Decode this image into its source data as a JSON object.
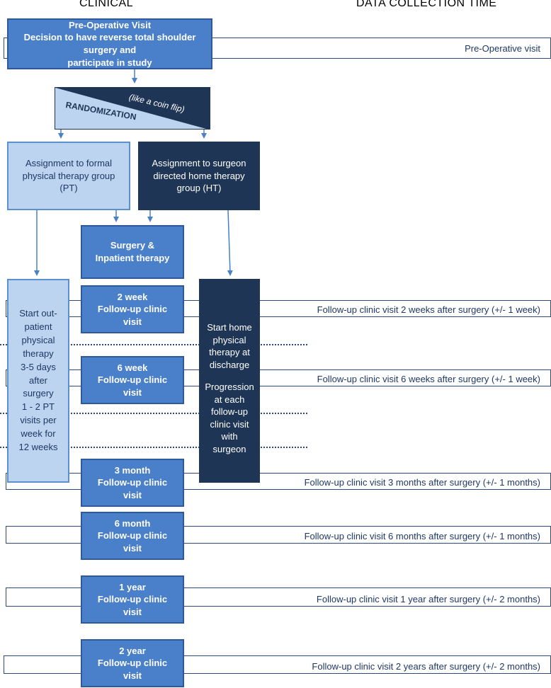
{
  "headers": {
    "clinical": "CLINICAL",
    "data_collection": "DATA COLLECTION TIME"
  },
  "preop": {
    "title": "Pre-Operative Visit",
    "line1": "Decision to have reverse total shoulder surgery and",
    "line2": "participate in study",
    "timeline_label": "Pre-Operative visit"
  },
  "randomization": {
    "label": "RANDOMIZATION",
    "note": "(like a coin flip)"
  },
  "pt_group": {
    "l1": "Assignment to formal",
    "l2": "physical therapy group",
    "l3": "(PT)"
  },
  "ht_group": {
    "l1": "Assignment to surgeon",
    "l2": "directed home therapy",
    "l3": "group (HT)"
  },
  "surgery": {
    "l1": "Surgery &",
    "l2": "Inpatient therapy"
  },
  "pt_outpatient": [
    "Start out-",
    "patient",
    "physical",
    "therapy",
    "3-5 days",
    "after",
    "surgery",
    "1 - 2 PT",
    "visits per",
    "week for",
    "12 weeks"
  ],
  "ht_home": [
    "Start home",
    "physical",
    "therapy at",
    "discharge",
    "",
    "Progression",
    "at each",
    "follow-up",
    "clinic visit",
    "with",
    "surgeon"
  ],
  "visits": [
    {
      "title": "2 week",
      "l2": "Follow-up clinic",
      "l3": "visit",
      "timeline": "Follow-up clinic visit 2 weeks after surgery    (+/- 1  week)"
    },
    {
      "title": "6 week",
      "l2": "Follow-up clinic",
      "l3": "visit",
      "timeline": "Follow-up clinic visit 6 weeks after surgery    (+/- 1  week)"
    },
    {
      "title": "3 month",
      "l2": "Follow-up clinic",
      "l3": "visit",
      "timeline": "Follow-up clinic visit 3 months after surgery    (+/- 1 months)"
    },
    {
      "title": "6 month",
      "l2": "Follow-up clinic",
      "l3": "visit",
      "timeline": "Follow-up clinic visit 6 months after surgery    (+/- 1 months)"
    },
    {
      "title": "1 year",
      "l2": "Follow-up clinic",
      "l3": "visit",
      "timeline": "Follow-up clinic visit 1 year after surgery    (+/- 2 months)"
    },
    {
      "title": "2 year",
      "l2": "Follow-up clinic",
      "l3": "visit",
      "timeline": "Follow-up clinic visit 2 years after surgery    (+/- 2 months)"
    }
  ],
  "colors": {
    "mid_blue": "#4a7fc9",
    "light_blue": "#bcd4f0",
    "dark_navy": "#1e3555",
    "arrow": "#4a7fc9"
  }
}
